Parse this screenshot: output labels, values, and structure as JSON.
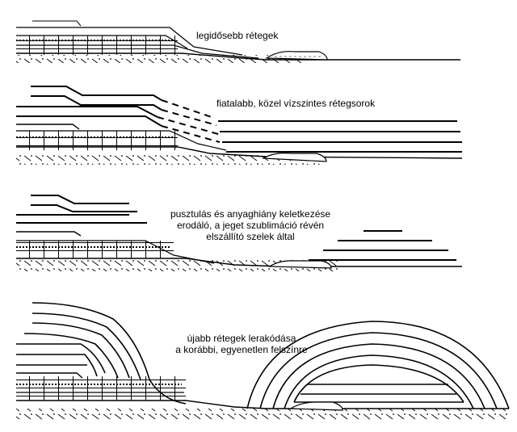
{
  "panels": [
    {
      "caption_lines": [
        "legidősebb rétegek"
      ]
    },
    {
      "caption_lines": [
        "fiatalabb, közel vízszintes rétegsorok"
      ]
    },
    {
      "caption_lines": [
        "pusztulás és anyaghiány keletkezése",
        "erodáló, a jeget szublimáció révén",
        "elszállító szelek által"
      ]
    },
    {
      "caption_lines": [
        "újabb rétegek lerakódása",
        "a korábbi, egyenetlen felszínre"
      ]
    }
  ]
}
